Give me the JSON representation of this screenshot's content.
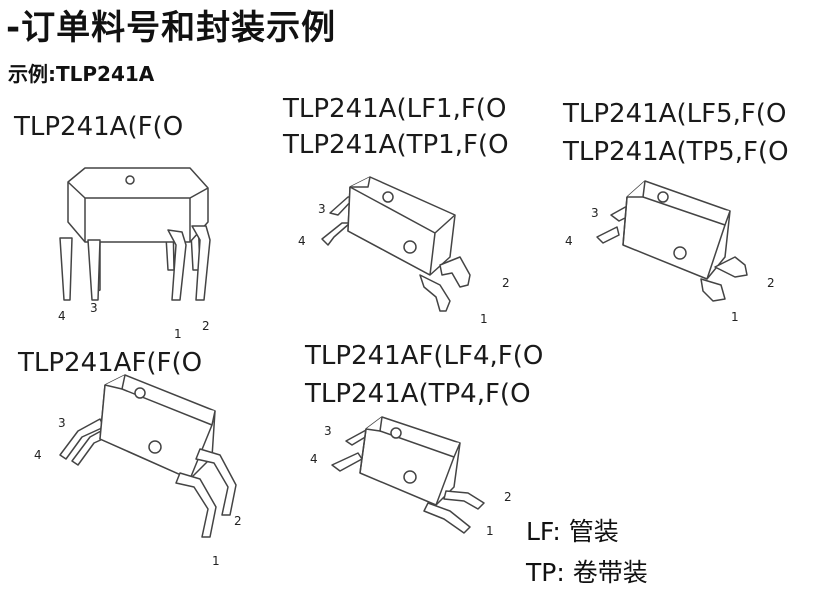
{
  "title": "-订单料号和封装示例",
  "subtitle": "示例:TLP241A",
  "groups": [
    {
      "lines": [
        "TLP241A(F(O"
      ]
    },
    {
      "lines": [
        "TLP241A(LF1,F(O",
        "TLP241A(TP1,F(O"
      ]
    },
    {
      "lines": [
        "TLP241A(LF5,F(O",
        "TLP241A(TP5,F(O"
      ]
    },
    {
      "lines": [
        "TLP241AF(F(O"
      ]
    },
    {
      "lines": [
        "TLP241AF(LF4,F(O",
        "TLP241A(TP4,F(O"
      ]
    }
  ],
  "pins": {
    "p1": "1",
    "p2": "2",
    "p3": "3",
    "p4": "4"
  },
  "legend": {
    "lf": "LF:  管装",
    "tp": "TP:  卷带装"
  }
}
